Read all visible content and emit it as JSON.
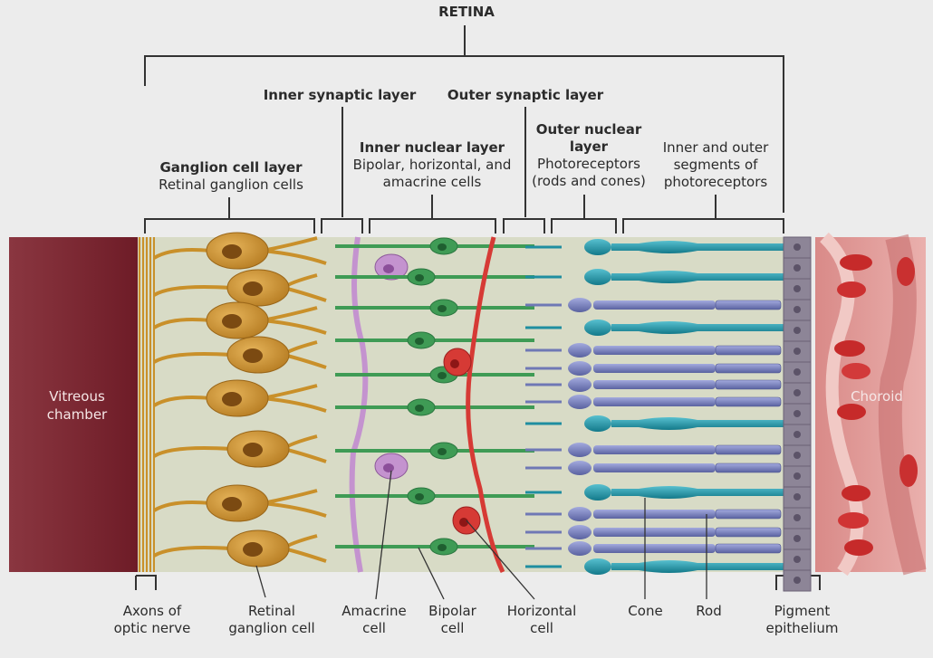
{
  "title": "RETINA",
  "layers": {
    "ganglion": {
      "title": "Ganglion cell layer",
      "sub": "Retinal ganglion cells"
    },
    "inner_synaptic": {
      "title": "Inner synaptic layer"
    },
    "inner_nuclear": {
      "title": "Inner nuclear layer",
      "sub": "Bipolar, horizontal, and amacrine cells"
    },
    "outer_synaptic": {
      "title": "Outer synaptic layer"
    },
    "outer_nuclear": {
      "title": "Outer nuclear layer",
      "sub": "Photoreceptors (rods and cones)"
    },
    "segments": {
      "sub": "Inner and outer segments of photoreceptors"
    }
  },
  "sides": {
    "left": "Vitreous chamber",
    "right": "Choroid"
  },
  "bottom_labels": {
    "axons": "Axons of optic nerve",
    "ganglion_cell": "Retinal ganglion cell",
    "amacrine": "Amacrine cell",
    "bipolar": "Bipolar cell",
    "horizontal": "Horizontal cell",
    "cone": "Cone",
    "rod": "Rod",
    "pigment": "Pigment epithelium"
  },
  "colors": {
    "vitreous": "#7d2330",
    "ganglion": "#c9902a",
    "amacrine": "#c493cf",
    "bipolar": "#3f9b55",
    "horizontal": "#d63a35",
    "cone": "#1f8ea0",
    "rod": "#6f78b5",
    "pigment": "#8d8597",
    "choroid": "#e39a96",
    "background": "#d8dbc6"
  }
}
